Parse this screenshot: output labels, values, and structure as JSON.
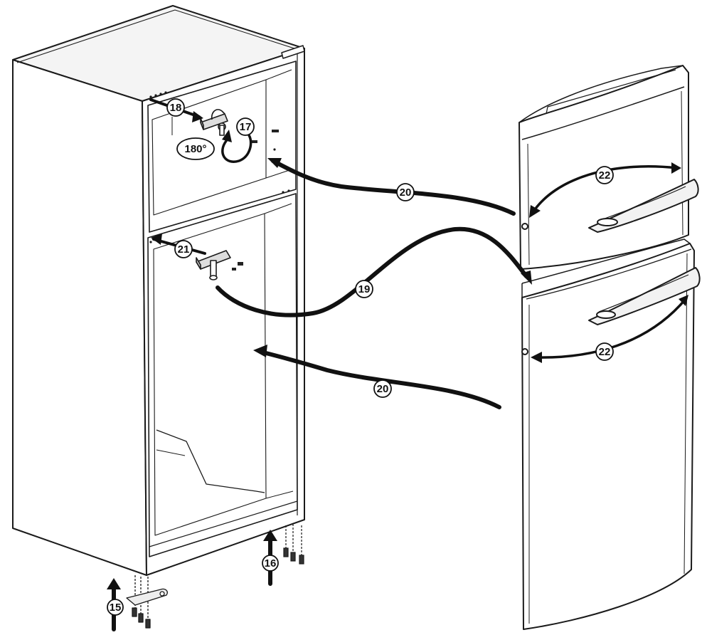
{
  "callouts": {
    "c15": "15",
    "c16": "16",
    "c17": "17",
    "c18": "18",
    "c19": "19",
    "c20a": "20",
    "c20b": "20",
    "c21": "21",
    "c22a": "22",
    "c22b": "22"
  },
  "rotation_label": "180°",
  "colors": {
    "line": "#1a1a1a",
    "fill": "#ffffff",
    "shade": "#e9e9e9"
  }
}
